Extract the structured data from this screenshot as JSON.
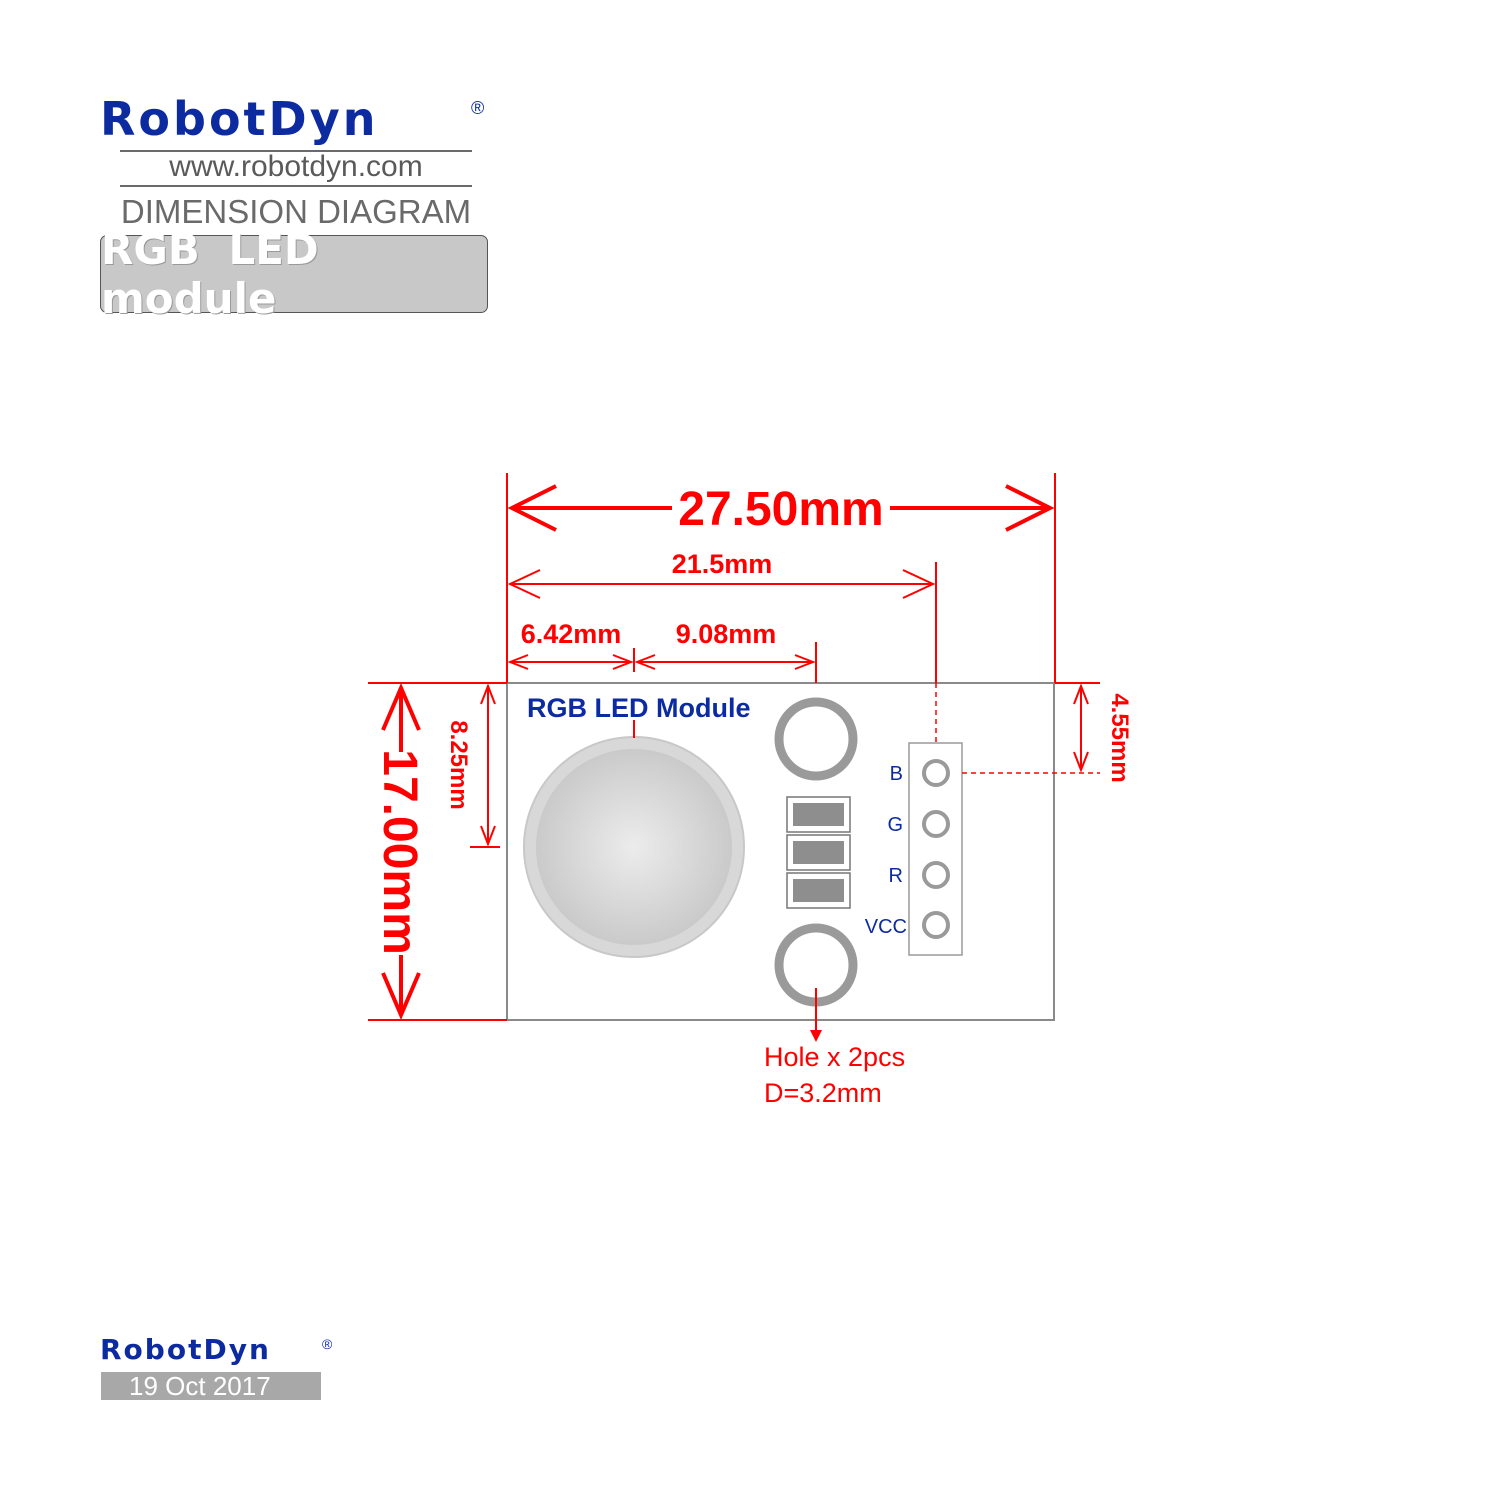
{
  "header": {
    "brand": "RobotDyn",
    "registered_mark": "®",
    "website": "www.robotdyn.com",
    "doc_type": "DIMENSION DIAGRAM",
    "product": "RGB LED module"
  },
  "board": {
    "label": "RGB LED Module",
    "pins": [
      "B",
      "G",
      "R",
      "VCC"
    ],
    "hole_note_line1": "Hole x 2pcs",
    "hole_note_line2": "D=3.2mm"
  },
  "dimensions": {
    "total_width": "27.50mm",
    "pin_header_offset": "21.5mm",
    "led_offset_x": "6.42mm",
    "led_to_hole": "9.08mm",
    "total_height": "17.00mm",
    "led_offset_y": "8.25mm",
    "pin_offset_y": "4.55mm"
  },
  "footer": {
    "brand": "RobotDyn",
    "registered_mark": "®",
    "date": "19 Oct 2017"
  },
  "colors": {
    "dimension": "#ff0000",
    "brand": "#0d2ba0",
    "board_outline": "#8a8a8a",
    "pin_label": "#0d2ba0"
  }
}
